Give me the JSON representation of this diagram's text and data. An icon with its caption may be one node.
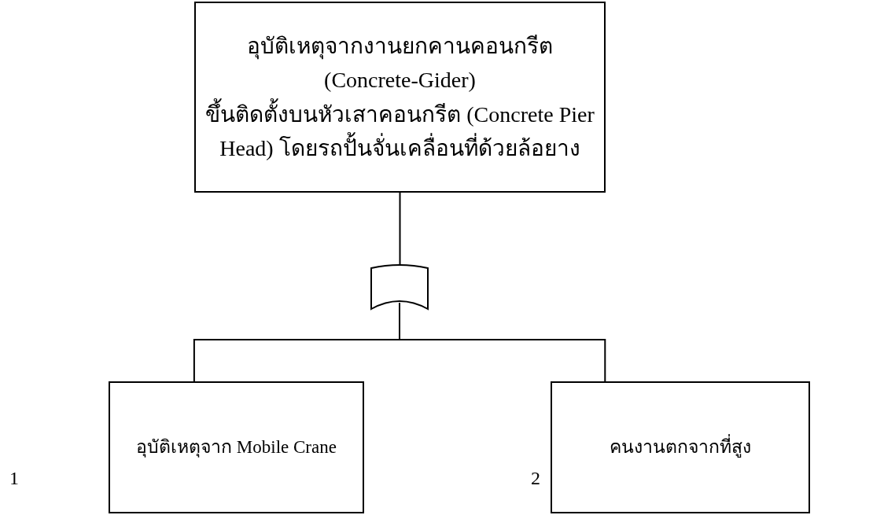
{
  "diagram": {
    "nodes": [
      {
        "text": [
          "อุบัติเหตุจากงานยกคานคอนกรีต (Concrete-Gider) ขึ้นติดตั้งบนหัวเสาคอนกรีต (Concrete Pier Head) โดยรถปั้นจั่นเคลื่อนที่ด้วยล้อยาง"
        ]
      },
      {
        "text": [],
        "shape": "gate"
      },
      {
        "text": [
          "อุบัติเหตุจาก Mobile Crane"
        ]
      },
      {
        "text": [
          "คนงานตกจากที่สูง"
        ]
      }
    ],
    "edges": [
      {
        "from": 0,
        "to": 1,
        "arrow": "none"
      },
      {
        "from": 1,
        "to": 2,
        "arrow": "none"
      },
      {
        "from": 1,
        "to": 3,
        "arrow": "none"
      }
    ],
    "labels": [
      "1",
      "2"
    ]
  }
}
